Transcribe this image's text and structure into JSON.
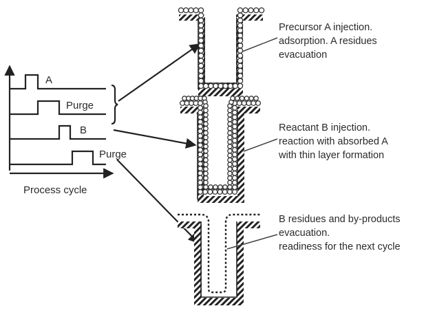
{
  "figure": {
    "process_chart": {
      "signals": [
        {
          "label": "A"
        },
        {
          "label": "Purge"
        },
        {
          "label": "B"
        },
        {
          "label": "Purge"
        }
      ],
      "xlabel": "Process cycle"
    },
    "steps": [
      {
        "name": "precursor-a-injection",
        "description_lines": [
          "Precursor A injection.",
          "adsorption. A residues",
          "evacuation"
        ]
      },
      {
        "name": "reactant-b-injection",
        "description_lines": [
          "Reactant B injection.",
          "reaction with absorbed A",
          "with thin layer formation"
        ]
      },
      {
        "name": "b-residues-evacuation",
        "description_lines": [
          "B residues and by-products",
          "evacuation.",
          "readiness for the next cycle"
        ]
      }
    ],
    "colors": {
      "ink": "#222222",
      "text": "#2a2a2a",
      "background": "#ffffff"
    }
  }
}
